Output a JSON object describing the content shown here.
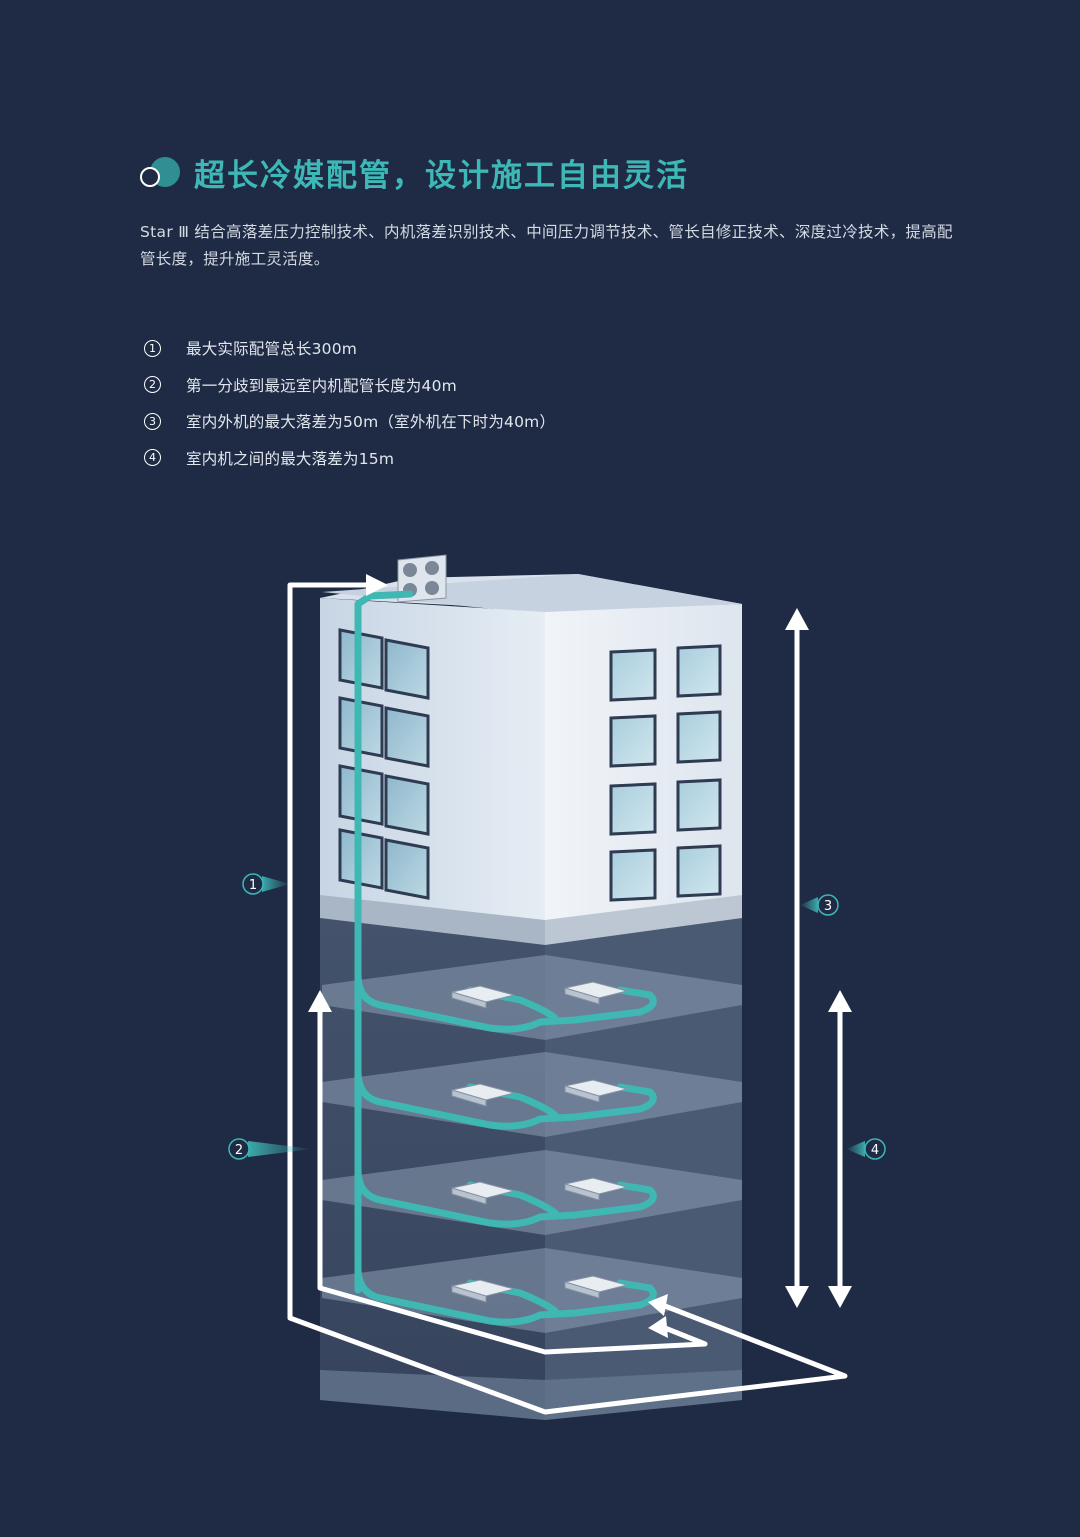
{
  "header": {
    "title": "超长冷媒配管，设计施工自由灵活"
  },
  "intro": "Star Ⅲ 结合高落差压力控制技术、内机落差识别技术、中间压力调节技术、管长自修正技术、深度过冷技术，提高配管长度，提升施工灵活度。",
  "features": [
    {
      "num": "1",
      "text": "最大实际配管总长300m"
    },
    {
      "num": "2",
      "text": "第一分歧到最远室内机配管长度为40m"
    },
    {
      "num": "3",
      "text": "室内外机的最大落差为50m（室外机在下时为40m）"
    },
    {
      "num": "4",
      "text": "室内机之间的最大落差为15m"
    }
  ],
  "diagram": {
    "callouts": [
      "1",
      "2",
      "3",
      "4"
    ],
    "colors": {
      "pipe": "#3fb7b3",
      "arrow": "#ffffff",
      "background": "#1f2b44",
      "accent": "#3eb8b7"
    }
  }
}
